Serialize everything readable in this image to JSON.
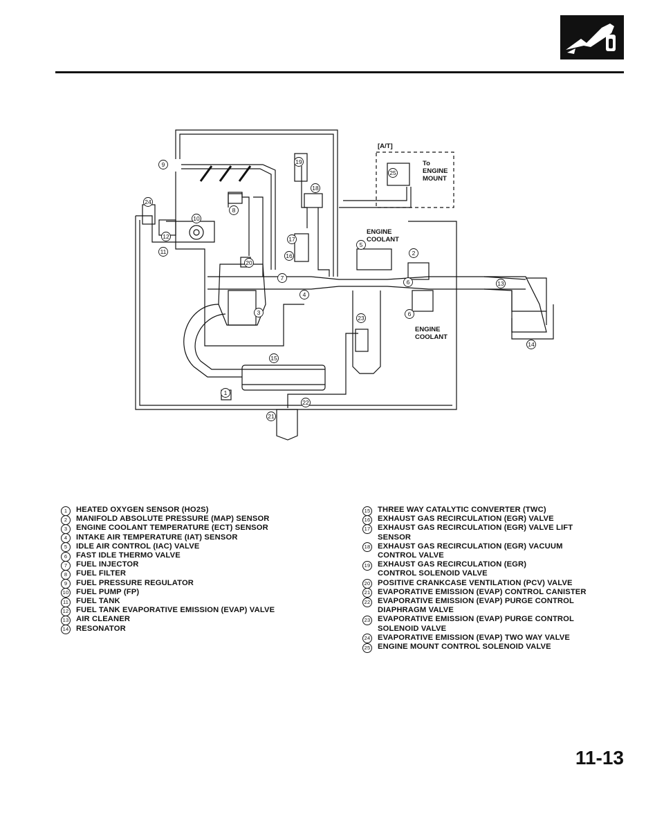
{
  "header": {
    "logo": "fuel-nozzle-icon"
  },
  "diagram": {
    "labels": {
      "at": "[A/T]",
      "to_engine_mount": [
        "To",
        "ENGINE",
        "MOUNT"
      ],
      "engine_coolant_top": [
        "ENGINE",
        "COOLANT"
      ],
      "engine_coolant_bottom": [
        "ENGINE",
        "COOLANT"
      ]
    },
    "callouts": [
      "1",
      "2",
      "3",
      "4",
      "5",
      "6",
      "6",
      "7",
      "8",
      "9",
      "10",
      "11",
      "12",
      "13",
      "14",
      "15",
      "16",
      "17",
      "18",
      "19",
      "20",
      "21",
      "22",
      "23",
      "24",
      "25"
    ]
  },
  "legend": {
    "left": [
      {
        "num": "1",
        "lines": [
          "HEATED OXYGEN SENSOR (HO2S)"
        ]
      },
      {
        "num": "2",
        "lines": [
          "MANIFOLD ABSOLUTE PRESSURE (MAP) SENSOR"
        ]
      },
      {
        "num": "3",
        "lines": [
          "ENGINE COOLANT TEMPERATURE (ECT) SENSOR"
        ]
      },
      {
        "num": "4",
        "lines": [
          "INTAKE AIR TEMPERATURE (IAT) SENSOR"
        ]
      },
      {
        "num": "5",
        "lines": [
          "IDLE AIR CONTROL (IAC) VALVE"
        ]
      },
      {
        "num": "6",
        "lines": [
          "FAST IDLE THERMO VALVE"
        ]
      },
      {
        "num": "7",
        "lines": [
          "FUEL INJECTOR"
        ]
      },
      {
        "num": "8",
        "lines": [
          "FUEL FILTER"
        ]
      },
      {
        "num": "9",
        "lines": [
          "FUEL PRESSURE REGULATOR"
        ]
      },
      {
        "num": "10",
        "lines": [
          "FUEL PUMP (FP)"
        ]
      },
      {
        "num": "11",
        "lines": [
          "FUEL TANK"
        ]
      },
      {
        "num": "12",
        "lines": [
          "FUEL TANK EVAPORATIVE EMISSION (EVAP) VALVE"
        ]
      },
      {
        "num": "13",
        "lines": [
          "AIR CLEANER"
        ]
      },
      {
        "num": "14",
        "lines": [
          "RESONATOR"
        ]
      }
    ],
    "right": [
      {
        "num": "15",
        "lines": [
          "THREE WAY CATALYTIC CONVERTER (TWC)"
        ]
      },
      {
        "num": "16",
        "lines": [
          "EXHAUST GAS RECIRCULATION (EGR) VALVE"
        ]
      },
      {
        "num": "17",
        "lines": [
          "EXHAUST GAS RECIRCULATION (EGR) VALVE LIFT",
          "SENSOR"
        ]
      },
      {
        "num": "18",
        "lines": [
          "EXHAUST GAS RECIRCULATION (EGR) VACUUM",
          "CONTROL VALVE"
        ]
      },
      {
        "num": "19",
        "lines": [
          "EXHAUST GAS RECIRCULATION (EGR)",
          "CONTROL SOLENOID VALVE"
        ]
      },
      {
        "num": "20",
        "lines": [
          "POSITIVE CRANKCASE VENTILATION (PCV) VALVE"
        ]
      },
      {
        "num": "21",
        "lines": [
          "EVAPORATIVE EMISSION (EVAP) CONTROL CANISTER"
        ]
      },
      {
        "num": "22",
        "lines": [
          "EVAPORATIVE EMISSION (EVAP) PURGE CONTROL",
          "DIAPHRAGM VALVE"
        ]
      },
      {
        "num": "23",
        "lines": [
          "EVAPORATIVE EMISSION (EVAP) PURGE CONTROL",
          "SOLENOID VALVE"
        ]
      },
      {
        "num": "24",
        "lines": [
          "EVAPORATIVE EMISSION (EVAP) TWO WAY VALVE"
        ]
      },
      {
        "num": "25",
        "lines": [
          "ENGINE MOUNT CONTROL SOLENOID VALVE"
        ]
      }
    ]
  },
  "footer": {
    "page_number": "11-13"
  }
}
